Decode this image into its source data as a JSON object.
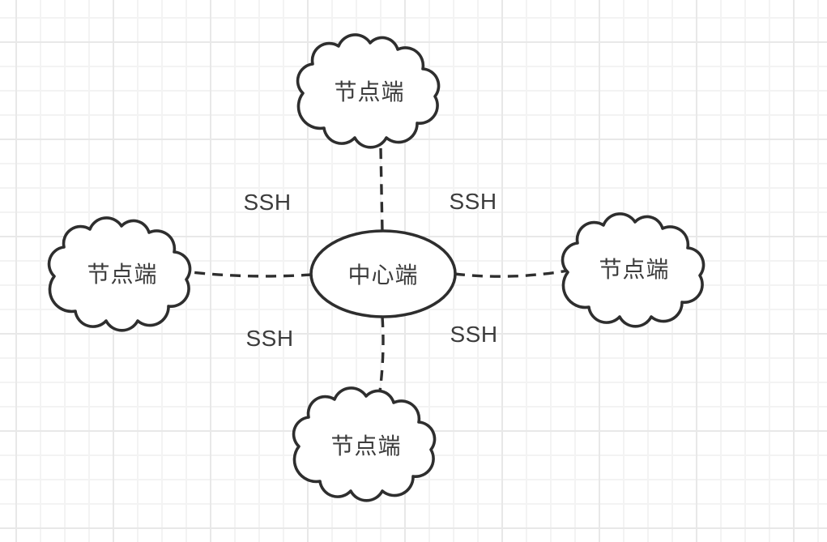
{
  "diagram": {
    "center_node": {
      "shape": "ellipse",
      "label": "中心端"
    },
    "leaf_nodes": [
      {
        "position": "top",
        "shape": "cloud",
        "label": "节点端"
      },
      {
        "position": "left",
        "shape": "cloud",
        "label": "节点端"
      },
      {
        "position": "right",
        "shape": "cloud",
        "label": "节点端"
      },
      {
        "position": "bottom",
        "shape": "cloud",
        "label": "节点端"
      }
    ],
    "edges": [
      {
        "from": "center",
        "to": "top",
        "style": "dashed"
      },
      {
        "from": "center",
        "to": "left",
        "style": "dashed"
      },
      {
        "from": "center",
        "to": "right",
        "style": "dashed"
      },
      {
        "from": "center",
        "to": "bottom",
        "style": "dashed"
      }
    ],
    "edge_labels": [
      {
        "position": "upper-left",
        "text": "SSH"
      },
      {
        "position": "upper-right",
        "text": "SSH"
      },
      {
        "position": "lower-left",
        "text": "SSH"
      },
      {
        "position": "lower-right",
        "text": "SSH"
      }
    ],
    "colors": {
      "canvas": "#ffffff",
      "grid_minor": "#f3f3f3",
      "grid_major": "#e8e8e8",
      "stroke": "#2e2e2e",
      "shape_fill": "#ffffff",
      "text": "#3c3c3c"
    }
  }
}
